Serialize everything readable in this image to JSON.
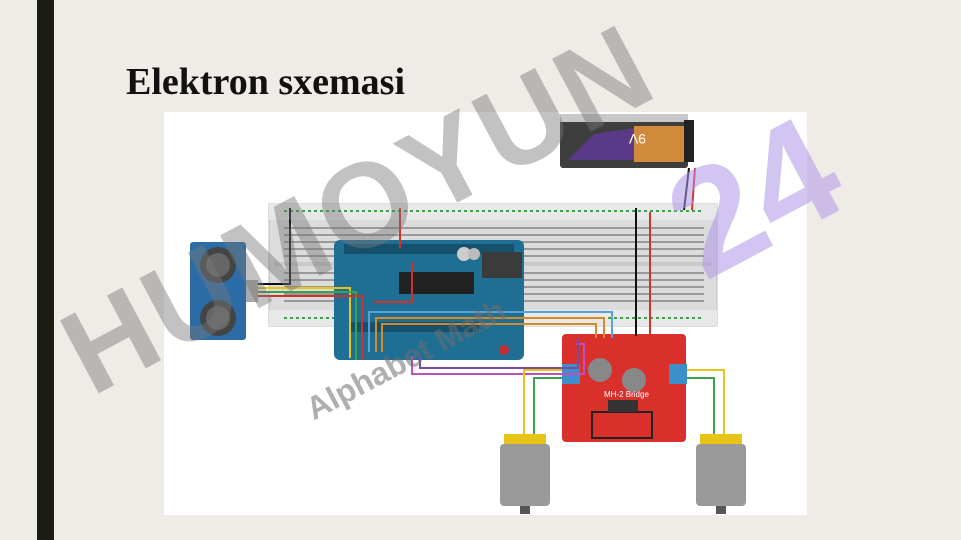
{
  "slide": {
    "title": "Elektron sxemasi"
  },
  "figure": {
    "battery_label": "9V",
    "driver_label": "MH-2 Bridge",
    "watermark_main": "HUMOYUN",
    "watermark_sub": "Alphabet Math",
    "watermark_number": "24"
  },
  "colors": {
    "side_bar": "#1b1c12",
    "arduino_blue": "#1f6f95",
    "driver_red": "#d9302c",
    "battery": "#3e3e3e",
    "breadboard": "#d8d8d8"
  }
}
